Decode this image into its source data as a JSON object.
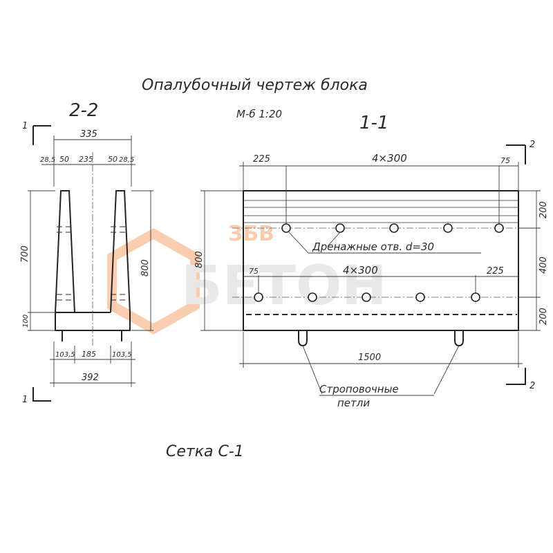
{
  "title": "Опалубочный чертеж блока",
  "scale": "М-б 1:20",
  "section_left": "2-2",
  "section_right": "1-1",
  "mesh_title": "Сетка С-1",
  "cut_marks": {
    "left_top": "1",
    "left_bottom": "1",
    "right_top": "2",
    "right_bottom": "2"
  },
  "left_dims": {
    "top_width": "335",
    "d1": "28,5",
    "d2": "50",
    "d3": "235",
    "d4": "50",
    "d5": "28,5",
    "height_inner": "700",
    "height_total": "800",
    "bottom_thk": "100",
    "b1": "103,5",
    "b2": "185",
    "b3": "103,5",
    "bottom_width": "392"
  },
  "right_dims": {
    "top_edge": "225",
    "top_span": "4×300",
    "top_end": "75",
    "mid_start": "75",
    "mid_span": "4×300",
    "mid_end": "225",
    "h_total": "800",
    "h_top": "200",
    "h_mid": "400",
    "h_bottom": "200",
    "length": "1500"
  },
  "labels": {
    "drain": "Дренажные отв. d=30",
    "lifting_1": "Строповочные",
    "lifting_2": "петли"
  },
  "watermark": {
    "top": "ЗБВ",
    "main": "БЕТОН"
  },
  "colors": {
    "ink": "#2a2a2a",
    "watermark": "#f4a46a",
    "watermark_gray": "#cfcfcf"
  }
}
